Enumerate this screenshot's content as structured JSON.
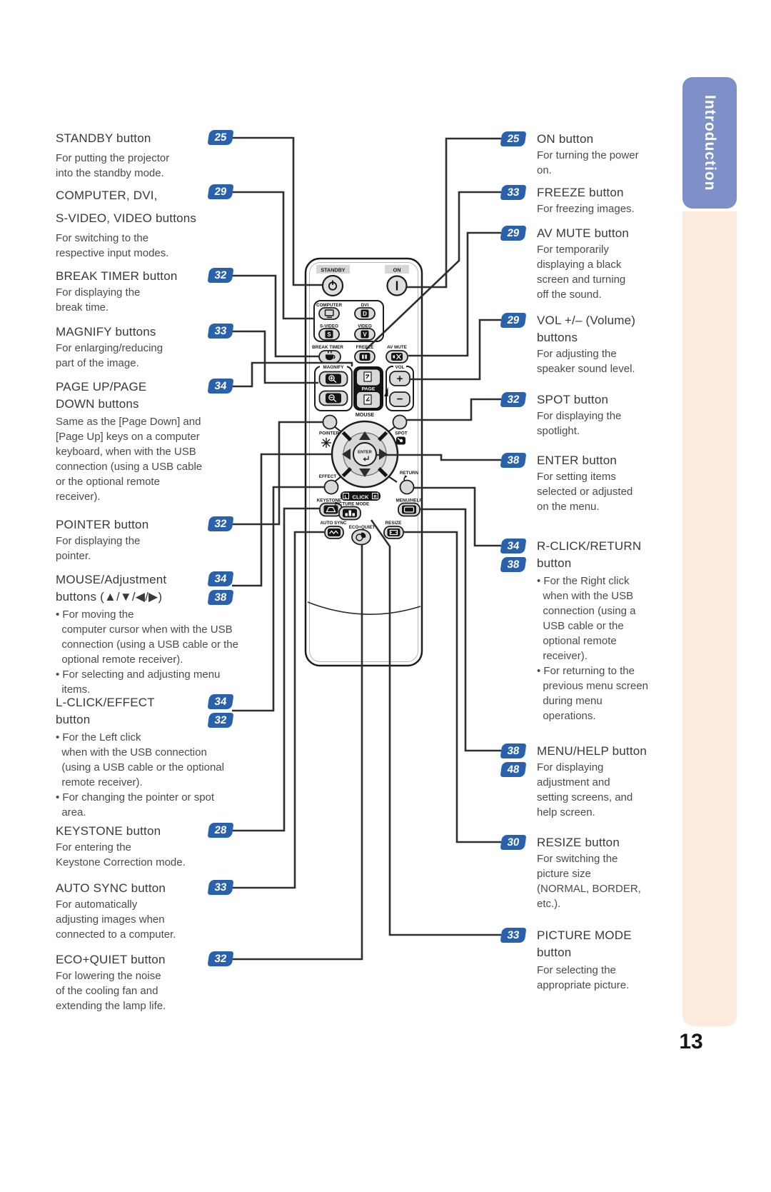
{
  "page": {
    "number": "13",
    "section_tab": "Introduction"
  },
  "colors": {
    "badge_blue": "#2a61ad",
    "tab_blue": "#7d90c8",
    "sidebar_peach": "#fcebdc",
    "line_gray": "#2e2e2e"
  },
  "left_column": {
    "entries": [
      {
        "title": "STANDBY button",
        "badges": [
          "25"
        ],
        "desc": "For putting the projector\ninto the standby mode."
      },
      {
        "title": "COMPUTER, DVI,\nS-VIDEO, VIDEO buttons",
        "badges": [
          "29"
        ],
        "desc": "For switching to the\nrespective input modes."
      },
      {
        "title": "BREAK TIMER button",
        "badges": [
          "32"
        ],
        "desc": "For displaying the\nbreak time."
      },
      {
        "title": "MAGNIFY buttons",
        "badges": [
          "33"
        ],
        "desc": "For enlarging/reducing\npart of the image."
      },
      {
        "title": "PAGE UP/PAGE\nDOWN buttons",
        "badges": [
          "34"
        ],
        "desc": "Same as the [Page Down] and\n[Page Up] keys on a computer\nkeyboard, when with the USB\nconnection (using a USB cable\nor the optional remote\nreceiver)."
      },
      {
        "title": "POINTER button",
        "badges": [
          "32"
        ],
        "desc": "For displaying the\npointer."
      },
      {
        "title": "MOUSE/Adjustment\nbuttons (▲/▼/◀/▶)",
        "badges": [
          "34",
          "38"
        ],
        "desc": "• For moving the\n  computer cursor when with the USB\n  connection (using a USB cable or the\n  optional remote receiver).\n• For selecting and adjusting menu\n  items."
      },
      {
        "title": "L-CLICK/EFFECT\nbutton",
        "badges": [
          "34",
          "32"
        ],
        "desc": "• For the Left click\n  when with the USB connection\n  (using a USB cable or the optional\n  remote receiver).\n• For changing the pointer or spot\n  area."
      },
      {
        "title": "KEYSTONE button",
        "badges": [
          "28"
        ],
        "desc": "For entering the\nKeystone Correction mode."
      },
      {
        "title": "AUTO SYNC button",
        "badges": [
          "33"
        ],
        "desc": "For automatically\nadjusting images when\nconnected to a computer."
      },
      {
        "title": "ECO+QUIET button",
        "badges": [
          "32"
        ],
        "desc": "For lowering the noise\nof the cooling fan and\nextending the lamp life."
      }
    ]
  },
  "right_column": {
    "entries": [
      {
        "title": "ON button",
        "badges": [
          "25"
        ],
        "desc": "For turning the power\non."
      },
      {
        "title": "FREEZE button",
        "badges": [
          "33"
        ],
        "desc": "For freezing images."
      },
      {
        "title": "AV MUTE button",
        "badges": [
          "29"
        ],
        "desc": "For temporarily\ndisplaying a black\nscreen and turning\noff the sound."
      },
      {
        "title": "VOL +/– (Volume)\nbuttons",
        "badges": [
          "29"
        ],
        "desc": "For adjusting the\nspeaker sound level."
      },
      {
        "title": "SPOT button",
        "badges": [
          "32"
        ],
        "desc": "For displaying the\nspotlight."
      },
      {
        "title": "ENTER button",
        "badges": [
          "38"
        ],
        "desc": "For setting items\nselected or adjusted\non the menu."
      },
      {
        "title": "R-CLICK/RETURN\nbutton",
        "badges": [
          "34",
          "38"
        ],
        "desc": "• For the Right click\n  when with the USB\n  connection (using a\n  USB cable or the\n  optional remote\n  receiver).\n• For returning to the\n  previous menu screen\n  during menu\n  operations."
      },
      {
        "title": "MENU/HELP button",
        "badges": [
          "38",
          "48"
        ],
        "desc": "For displaying\nadjustment and\nsetting screens, and\nhelp screen."
      },
      {
        "title": "RESIZE button",
        "badges": [
          "30"
        ],
        "desc": "For switching the\npicture size\n(NORMAL, BORDER,\netc.)."
      },
      {
        "title": "PICTURE MODE\nbutton",
        "badges": [
          "33"
        ],
        "desc": "For selecting the\nappropriate picture."
      }
    ]
  },
  "remote": {
    "labels": {
      "standby": "STANDBY",
      "on": "ON",
      "computer": "COMPUTER",
      "dvi": "DVI",
      "s_video": "S-VIDEO",
      "video": "VIDEO",
      "d": "D",
      "s": "S",
      "v": "V",
      "break_timer": "BREAK TIMER",
      "freeze": "FREEZE",
      "av_mute": "AV MUTE",
      "magnify": "MAGNIFY",
      "page": "PAGE",
      "vol": "VOL",
      "vol_plus": "+",
      "vol_minus": "−",
      "mouse": "MOUSE",
      "pointer": "POINTER",
      "spot": "SPOT",
      "enter": "ENTER",
      "effect": "EFFECT",
      "return": "RETURN",
      "click": "CLICK",
      "click_l": "L",
      "click_r": "R",
      "keystone": "KEYSTONE",
      "picture_mode": "PICTURE MODE",
      "menu_help": "MENU/HELP",
      "auto_sync": "AUTO SYNC",
      "eco_quiet": "ECO+QUIET",
      "resize": "RESIZE"
    }
  }
}
